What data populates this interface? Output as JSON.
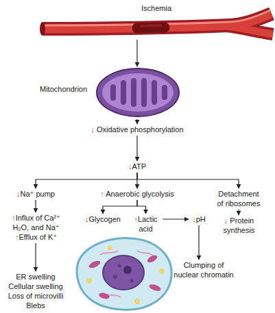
{
  "diagram": {
    "nodes": [
      {
        "text": [
          "Ischemia"
        ]
      },
      {
        "text": [
          "Mitochondrion"
        ]
      },
      {
        "text": [
          "↓ Oxidative phosphorylation"
        ]
      },
      {
        "text": [
          "↓ATP"
        ]
      },
      {
        "text": [
          "↓Na⁺ pump"
        ]
      },
      {
        "text": [
          "↑ Anaerobic glycolysis"
        ]
      },
      {
        "text": [
          "Detachment of ribosomes"
        ]
      },
      {
        "text": [
          "↑Influx of Ca²⁺ H₂O, and Na⁺",
          "↑Efflux of K⁺"
        ]
      },
      {
        "text": [
          "↓Glycogen"
        ]
      },
      {
        "text": [
          "↑Lactic acid"
        ]
      },
      {
        "text": [
          "↓pH"
        ]
      },
      {
        "text": [
          "↓ Protein synthesis"
        ]
      },
      {
        "text": [
          "ER swelling",
          "Cellular swelling",
          "Loss of microvilli",
          "Blebs"
        ]
      },
      {
        "text": [
          "Clumping of nuclear chromatin"
        ]
      }
    ],
    "edges": [
      {
        "from": 0,
        "to": 1,
        "arrow": "to"
      },
      {
        "from": 1,
        "to": 2,
        "arrow": "to"
      },
      {
        "from": 2,
        "to": 3,
        "arrow": "to"
      },
      {
        "from": 3,
        "to": 4,
        "arrow": "to"
      },
      {
        "from": 3,
        "to": 5,
        "arrow": "to"
      },
      {
        "from": 3,
        "to": 6,
        "arrow": "to"
      },
      {
        "from": 4,
        "to": 7,
        "arrow": "to"
      },
      {
        "from": 5,
        "to": 8,
        "arrow": "to"
      },
      {
        "from": 5,
        "to": 9,
        "arrow": "to"
      },
      {
        "from": 6,
        "to": 11,
        "arrow": "to"
      },
      {
        "from": 7,
        "to": 12,
        "arrow": "to"
      },
      {
        "from": 9,
        "to": 10,
        "arrow": "to"
      },
      {
        "from": 10,
        "to": 13,
        "arrow": "to"
      }
    ]
  }
}
